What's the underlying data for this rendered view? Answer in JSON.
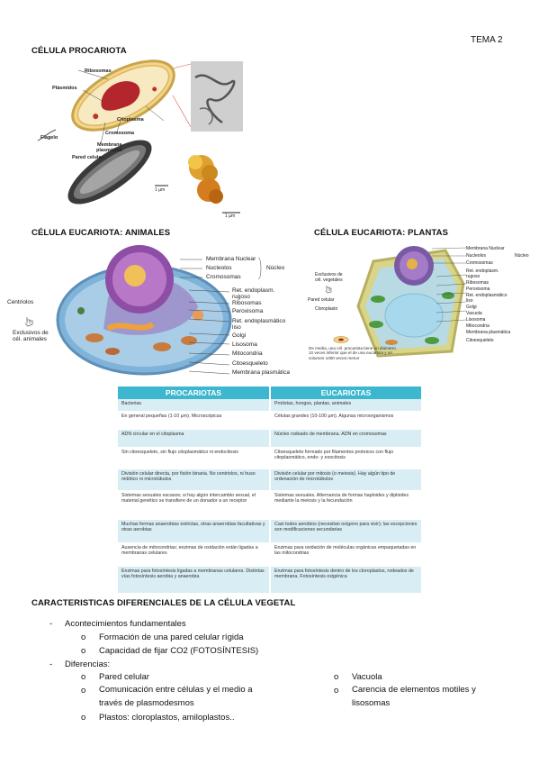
{
  "header": {
    "tema": "TEMA 2"
  },
  "procariota": {
    "title": "CÉLULA PROCARIOTA",
    "labels": {
      "ribosomas": "Ribosomas",
      "plasmidos": "Plásmidos",
      "citoplasma": "Citoplasma",
      "flagelo": "Flagelo",
      "cromosoma": "Cromosoma",
      "membrana_1": "Membrana",
      "membrana_2": "plasmática",
      "pared": "Pared celular",
      "scale_1": "1 µm",
      "scale_2": "1 µm"
    }
  },
  "animal": {
    "title": "CÉLULA EUCARIOTA: ANIMALES",
    "labels": {
      "membrana_nuclear": "Membrana Nuclear",
      "nucleolos": "Nucleolos",
      "cromosomas": "Cromosomas",
      "nucleo": "Núcleo",
      "ret_rugoso_1": "Ret. endoplasm.",
      "ret_rugoso_2": "rugoso",
      "ribosomas": "Ribosomas",
      "peroxisoma": "Peroxisoma",
      "ret_liso_1": "Ret. endoplasmático",
      "ret_liso_2": "liso",
      "golgi": "Golgi",
      "lisosoma": "Lisosoma",
      "mitocondria": "Mitocondria",
      "citoesqueleto": "Citoesqueleto",
      "membrana_plasmatica": "Membrana plasmática",
      "centriolos": "Centriolos",
      "exclusivos_1": "Exclusivos de",
      "exclusivos_2": "cél. animales"
    }
  },
  "plantas": {
    "title": "CÉLULA EUCARIOTA: PLANTAS",
    "labels": {
      "membrana_nuclear": "Membrana Nuclear",
      "nucleolos": "Nucleolos",
      "cromosomas": "Cromosomas",
      "nucleo": "Núcleo",
      "ret_rugoso_1": "Ret. endoplasm.",
      "ret_rugoso_2": "rugoso",
      "ribosomas": "Ribosomas",
      "peroxisoma": "Peroxisoma",
      "ret_liso_1": "Ret. endoplasmático",
      "ret_liso_2": "liso",
      "golgi": "Golgi",
      "vacuola": "Vacuola",
      "lisosoma": "Lisosoma",
      "mitocondria": "Mitocondria",
      "membrana_plasmatica": "Membrana plasmática",
      "citoesqueleto": "Citoesqueleto",
      "exclusivos_1": "Exclusivos de",
      "exclusivos_2": "cél. vegetales",
      "pared": "Pared celular",
      "cloroplasto": "Cloroplasto",
      "note": "De media, una cél. procariota tiene un diámetro 10 veces inferior que el de una eucariota y un volumen 1000 veces menor"
    }
  },
  "table": {
    "headers": [
      "PROCARIOTAS",
      "EUCARIOTAS"
    ],
    "rows": [
      [
        "Bacterias",
        "Protistas, hongos, plantas, animales"
      ],
      [
        "En general pequeñas (1-10 µm). Microscópicas",
        "Células grandes (10-100 µm). Algunas microorganismos"
      ],
      [
        "ADN circular en el citoplasma",
        "Núcleo rodeado de membrana. ADN en cromosomas"
      ],
      [
        "Sin citoesqueleto, sin flujo citoplasmático ni endocitosis",
        "Citoesqueleto formado por filamentos proteicos con flujo citoplasmático, endo- y exocitosis"
      ],
      [
        "División celular directa, por fisión binaria. No centriolos, ni huso mitótico ni microtúbulos",
        "División celular por mitosis (o meiosis). Hay algún tipo de ordenación de microtúbulos"
      ],
      [
        "Sistemas sexuales escasos; si hay algún intercambio sexual, el material genético se transfiere de un donador a un receptor",
        "Sistemas sexuales. Alternancia de formas haploides y diploides mediante la meiosis y la fecundación"
      ],
      [
        "Muchas formas anaerobias estrictas, otras anaerobias facultativas y otras aerobias",
        "Casi todos aerobios (necesitan oxígeno para vivir); las excepciones son modificaciones secundarias"
      ],
      [
        "Ausencia de mitocondrias; enzimas de oxidación están ligadas a membranas celulares",
        "Enzimas para oxidación de moléculas orgánicas empaquetadas en las mitocondrias"
      ],
      [
        "Enzimas para fotosíntesis ligadas a membranas celulares. Distintas vías fotosíntesis aerobia y anaerobia",
        "Enzimas para fotosíntesis dentro de los cloroplastos, rodeados de membrana. Fotosíntesis oxigénica"
      ]
    ]
  },
  "caracteristicas": {
    "title": "CARACTERISTICAS DIFERENCIALES DE LA CÉLULA VEGETAL",
    "groups": [
      {
        "label": "Acontecimientos fundamentales",
        "items": [
          "Formación de una pared celular rígida",
          "Capacidad de fijar CO2 (FOTOSÍNTESIS)"
        ]
      },
      {
        "label": "Diferencias:",
        "items": [
          "Pared celular",
          "Comunicación entre células y el medio a través de plasmodesmos",
          "Plastos: cloroplastos, amiloplastos..",
          "Vacuola",
          "Carencia de elementos motiles y lisosomas"
        ]
      }
    ]
  },
  "symbols": {
    "dash": "-",
    "bullet": "o"
  },
  "colors": {
    "table_header": "#3cb7cf",
    "table_stripe": "#d9eef4"
  }
}
